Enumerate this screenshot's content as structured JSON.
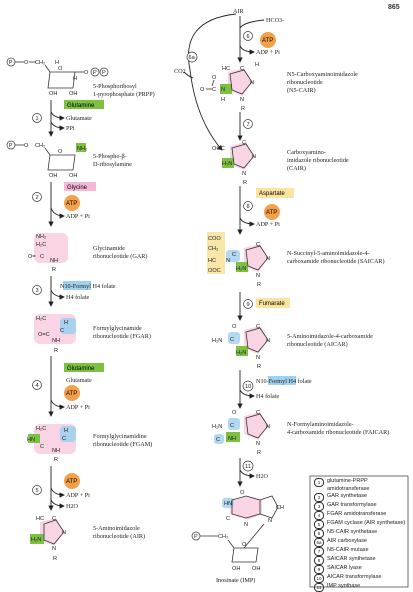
{
  "page_number": "865",
  "legend": [
    {
      "num": "1",
      "text": "glutamine-PRPP amidotransferase"
    },
    {
      "num": "2",
      "text": "GAR synthetase"
    },
    {
      "num": "3",
      "text": "GAR transformylase"
    },
    {
      "num": "4",
      "text": "FGAR amidotransferase"
    },
    {
      "num": "5",
      "text": "FGAM cyclase (AIR synthetase)"
    },
    {
      "num": "6",
      "text": "N5-CAIR synthetase"
    },
    {
      "num": "6a",
      "text": "AIR carboxylase"
    },
    {
      "num": "7",
      "text": "N5-CAIR mutase"
    },
    {
      "num": "8",
      "text": "SAICAR synthetase"
    },
    {
      "num": "9",
      "text": "SAICAR lyase"
    },
    {
      "num": "10",
      "text": "AICAR transformylase"
    },
    {
      "num": "11",
      "text": "IMP synthase"
    }
  ],
  "left": {
    "prpp_name": "5-Phosphoribosyl-1-pyrophosphate (PRPP)",
    "s1": "1",
    "s1_reagent": "Glutamine",
    "s1_prod1": "Glutamate",
    "s1_prod2": "PPi",
    "pra_name": "5-Phospho-β-D-ribosylamine",
    "s2": "2",
    "s2_reagent": "Glycine",
    "atp": "ATP",
    "adp": "ADP + Pi",
    "gar_name": "Glycinamide ribonucleotide (GAR)",
    "s3": "3",
    "s3_reagent": "N10-Formyl H4 folate",
    "s3_prod": "H4 folate",
    "fgar_name": "Formylglycinamide ribonucleotide (FGAR)",
    "s4": "4",
    "s4_reagent": "Glutamine",
    "s4_prod": "Glutamate",
    "fgam_name": "Formylglycinamidine ribonucleotide (FGAM)",
    "s5": "5",
    "s5_prod": "H2O",
    "air_name": "5-Aminoimidazole ribonucleotide (AIR)"
  },
  "right": {
    "air_label": "AIR",
    "hco3": "HCO3-",
    "s6": "6",
    "s6a": "6a",
    "co2": "CO2",
    "ncair_name": "N5-Carboxyaminoimidazole ribonucleotide (N5-CAIR)",
    "s7": "7",
    "cair_name": "Carboxyamino-imidazole ribonucleotide (CAIR)",
    "s8": "8",
    "s8_reagent": "Aspartate",
    "saicar_name": "N-Succinyl-5-aminoimidazole-4-carboxamide ribonucleotide (SAICAR)",
    "s9": "9",
    "s9_reagent": "Fumarate",
    "aicar_name": "5-Aminoimidazole-4-carboxamide ribonucleotide (AICAR)",
    "s10": "10",
    "faicar_name": "N-Formylaminoimidazole-4-carboxamide ribonucleotide (FAICAR)",
    "s11": "11",
    "imp_name": "Inosinate (IMP)"
  },
  "colors": {
    "glutamine": "#7cc142",
    "glycine": "#f4b8d4",
    "atp": "#f5a04a",
    "formyl": "#9fd0ee",
    "aspartate": "#fbe3a0",
    "fumarate": "#fbe3a0"
  }
}
